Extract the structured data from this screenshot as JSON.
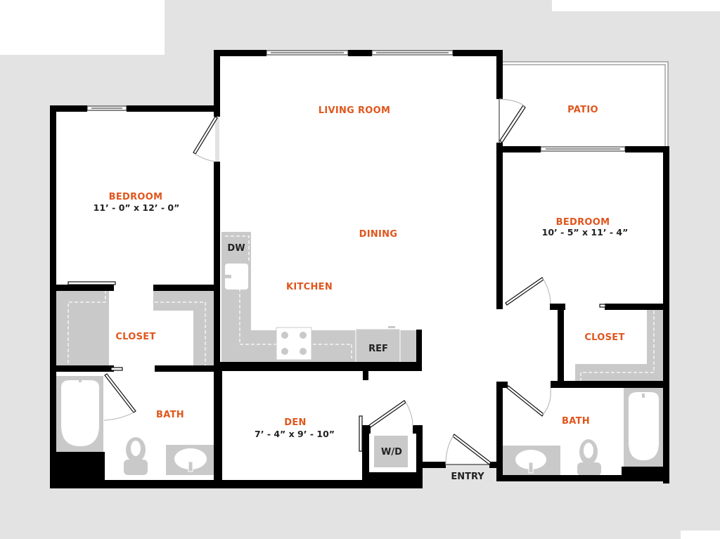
{
  "plan": {
    "colors": {
      "label": "#e0561d",
      "dimension": "#222222",
      "wall": "#000000",
      "fixture": "#c9c9c9",
      "background": "#e3e3e3"
    },
    "rooms": {
      "living_room": {
        "name": "LIVING ROOM"
      },
      "dining": {
        "name": "DINING"
      },
      "kitchen": {
        "name": "KITCHEN"
      },
      "patio": {
        "name": "PATIO"
      },
      "bedroom_left": {
        "name": "BEDROOM",
        "dimensions": "11’ - 0” x 12’ - 0”"
      },
      "bedroom_right": {
        "name": "BEDROOM",
        "dimensions": "10’ - 5” x 11’ - 4”"
      },
      "closet_left": {
        "name": "CLOSET"
      },
      "closet_right": {
        "name": "CLOSET"
      },
      "bath_left": {
        "name": "BATH"
      },
      "bath_right": {
        "name": "BATH"
      },
      "den": {
        "name": "DEN",
        "dimensions": "7’ - 4” x 9’ - 10”"
      },
      "entry": {
        "name": "ENTRY"
      }
    },
    "fixtures": {
      "dishwasher": "DW",
      "refrigerator": "REF",
      "washer_dryer": "W/D"
    }
  }
}
